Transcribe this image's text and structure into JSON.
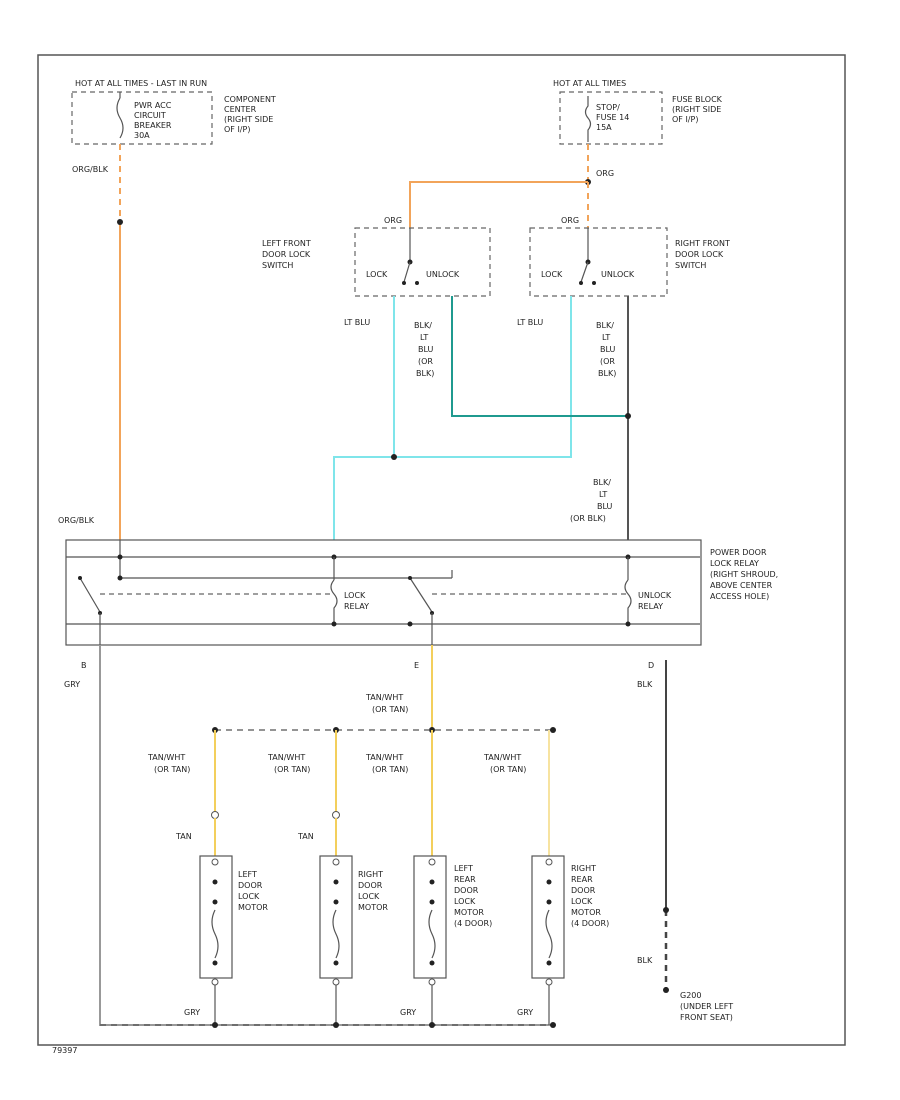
{
  "colors": {
    "orange": "#f2a45a",
    "cyan": "#7fe5ea",
    "teal": "#1f9a8f",
    "yellow": "#f3cf5c",
    "dark": "#444444",
    "gray": "#777777",
    "frame": "#555555"
  },
  "top_left": {
    "header": "HOT AT ALL TIMES - LAST IN RUN",
    "breaker": [
      "PWR ACC",
      "CIRCUIT",
      "BREAKER",
      "30A"
    ],
    "location": [
      "COMPONENT",
      "CENTER",
      "(RIGHT SIDE",
      "OF I/P)"
    ],
    "wire": "ORG/BLK"
  },
  "top_right": {
    "header": "HOT AT ALL TIMES",
    "fuse": [
      "STOP/",
      "FUSE 14",
      "15A"
    ],
    "location": [
      "FUSE BLOCK",
      "(RIGHT SIDE",
      "OF I/P)"
    ],
    "wire": "ORG"
  },
  "left_switch": {
    "wire_top": "ORG",
    "name": [
      "LEFT FRONT",
      "DOOR LOCK",
      "SWITCH"
    ],
    "lock": "LOCK",
    "unlock": "UNLOCK",
    "wire_lock": "LT BLU",
    "wire_unlock": [
      "BLK/",
      "LT",
      "BLU",
      "(OR",
      "BLK)"
    ]
  },
  "right_switch": {
    "wire_top": "ORG",
    "name": [
      "RIGHT FRONT",
      "DOOR LOCK",
      "SWITCH"
    ],
    "lock": "LOCK",
    "unlock": "UNLOCK",
    "wire_lock": "LT BLU",
    "wire_unlock": [
      "BLK/",
      "LT",
      "BLU",
      "(OR",
      "BLK)"
    ]
  },
  "relay": {
    "wire_in_left": "ORG/BLK",
    "wire_in_right": [
      "BLK/",
      "LT",
      "BLU",
      "(OR BLK)"
    ],
    "lock_relay": [
      "LOCK",
      "RELAY"
    ],
    "unlock_relay": [
      "UNLOCK",
      "RELAY"
    ],
    "name": [
      "POWER DOOR",
      "LOCK RELAY",
      "(RIGHT SHROUD,",
      "ABOVE CENTER",
      "ACCESS HOLE)"
    ],
    "pin_b": "B",
    "pin_e": "E",
    "pin_d": "D",
    "wire_b": "GRY",
    "wire_e": [
      "TAN/WHT",
      "(OR TAN)"
    ],
    "wire_d": "BLK"
  },
  "motors": [
    {
      "wire": [
        "TAN/WHT",
        "(OR TAN)"
      ],
      "lead": "TAN",
      "name": [
        "LEFT",
        "DOOR",
        "LOCK",
        "MOTOR"
      ]
    },
    {
      "wire": [
        "TAN/WHT",
        "(OR TAN)"
      ],
      "lead": "TAN",
      "name": [
        "RIGHT",
        "DOOR",
        "LOCK",
        "MOTOR"
      ]
    },
    {
      "wire": [
        "TAN/WHT",
        "(OR TAN)"
      ],
      "lead": "",
      "name": [
        "LEFT",
        "REAR",
        "DOOR",
        "LOCK",
        "MOTOR",
        "(4 DOOR)"
      ]
    },
    {
      "wire": [
        "TAN/WHT",
        "(OR TAN)"
      ],
      "lead": "",
      "name": [
        "RIGHT",
        "REAR",
        "DOOR",
        "LOCK",
        "MOTOR",
        "(4 DOOR)"
      ]
    }
  ],
  "bottom": {
    "gry_labels": [
      "GRY",
      "GRY",
      "GRY"
    ],
    "wire_ground": "BLK",
    "ground": [
      "G200",
      "(UNDER LEFT",
      "FRONT SEAT)"
    ],
    "corner_code": "79397"
  }
}
